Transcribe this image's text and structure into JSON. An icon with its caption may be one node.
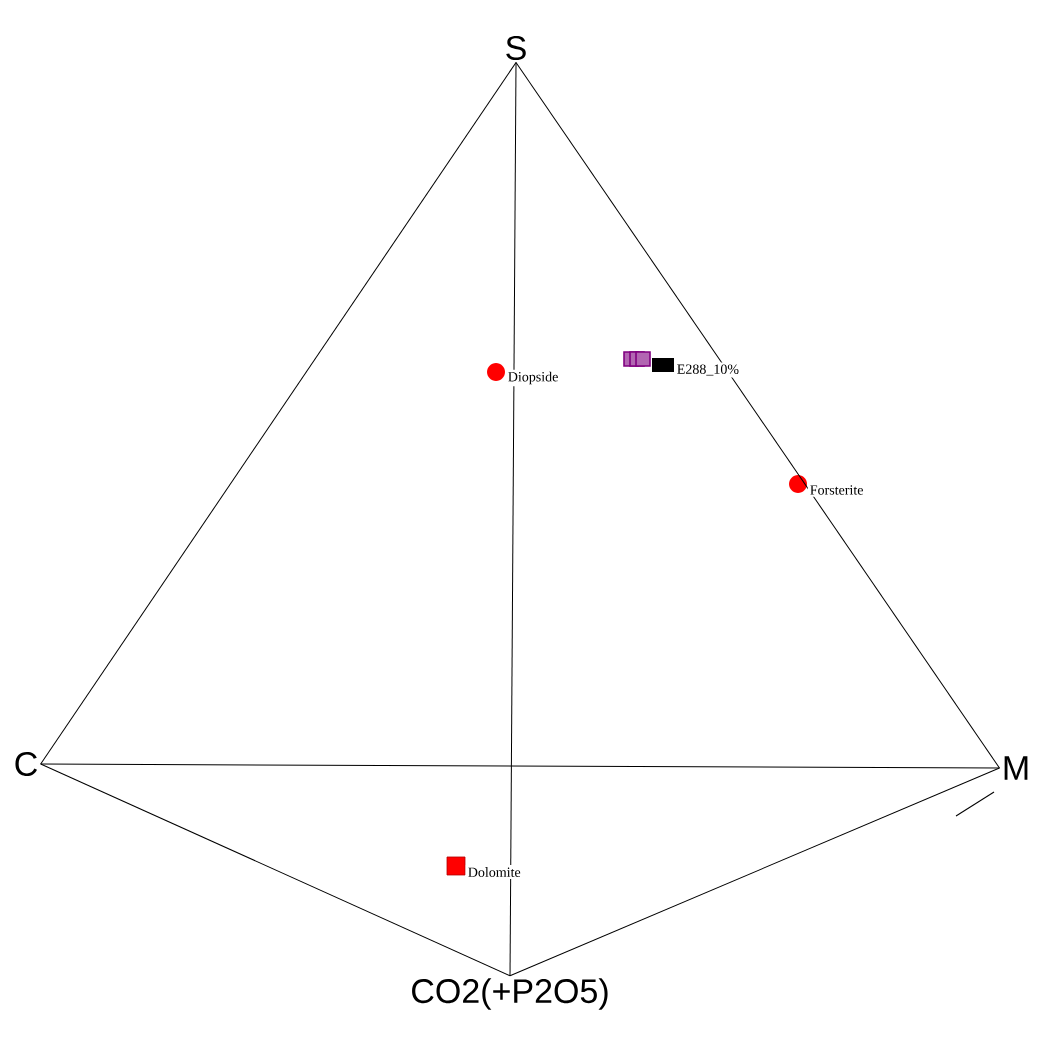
{
  "diagram": {
    "nodes": [
      {
        "text": [
          "S"
        ]
      },
      {
        "text": [
          "C"
        ]
      },
      {
        "text": [
          "M"
        ]
      },
      {
        "text": [
          "CO2(+P2O5)"
        ]
      },
      {
        "text": [],
        "shape": "circle",
        "beside": [
          "Diopside"
        ]
      },
      {
        "text": [],
        "shape": "circle",
        "beside": [
          "Forsterite"
        ]
      },
      {
        "text": [],
        "shape": "box",
        "beside": [
          "Dolomite"
        ]
      },
      {
        "text": [],
        "shape": "box",
        "beside": [
          "E288_10%"
        ]
      }
    ],
    "edges": [
      {
        "from": 0,
        "to": 1,
        "arrow": "none"
      },
      {
        "from": 0,
        "to": 2,
        "arrow": "none"
      },
      {
        "from": 0,
        "to": 3,
        "arrow": "none"
      },
      {
        "from": 1,
        "to": 2,
        "arrow": "none"
      },
      {
        "from": 1,
        "to": 3,
        "arrow": "none"
      },
      {
        "from": 2,
        "to": 3,
        "arrow": "none"
      }
    ]
  }
}
